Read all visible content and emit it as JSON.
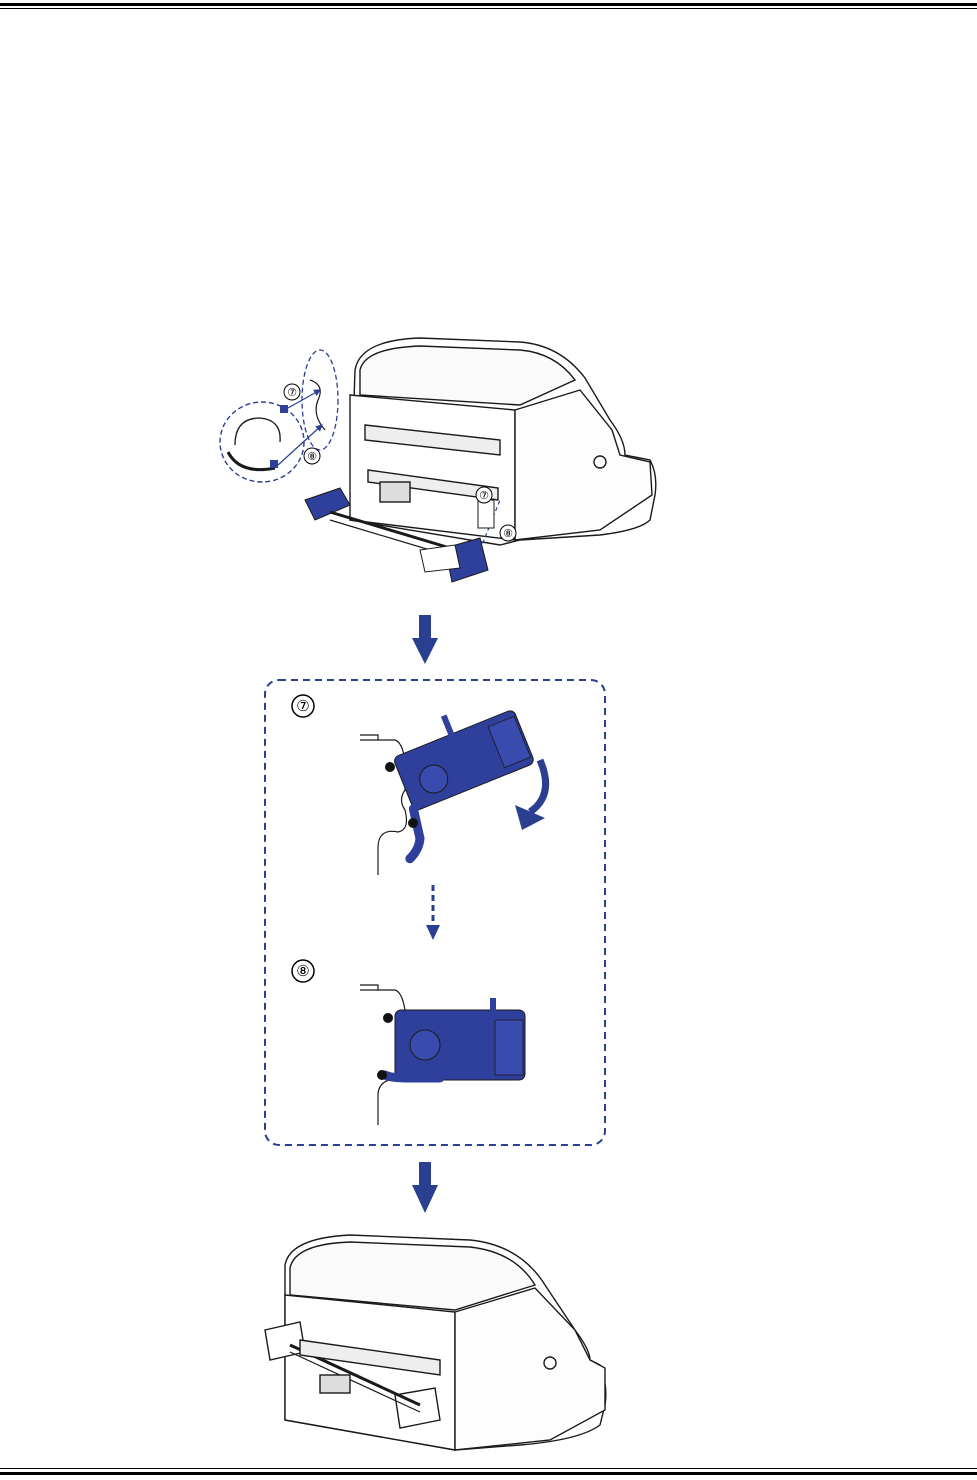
{
  "steps": {
    "step7": {
      "marker": "⑦"
    },
    "step8": {
      "marker": "⑧"
    }
  },
  "callouts": {
    "detail_top": "⑦",
    "detail_bottom": "⑧",
    "printer_top": "⑦",
    "printer_bottom": "⑧"
  },
  "colors": {
    "accent": "#2b3f91",
    "part_fill": "#2f3f9c",
    "line": "#1a1a1a"
  },
  "icons": {
    "down_arrow": "down-arrow-icon",
    "rotate_arrow": "rotate-arrow-icon"
  }
}
